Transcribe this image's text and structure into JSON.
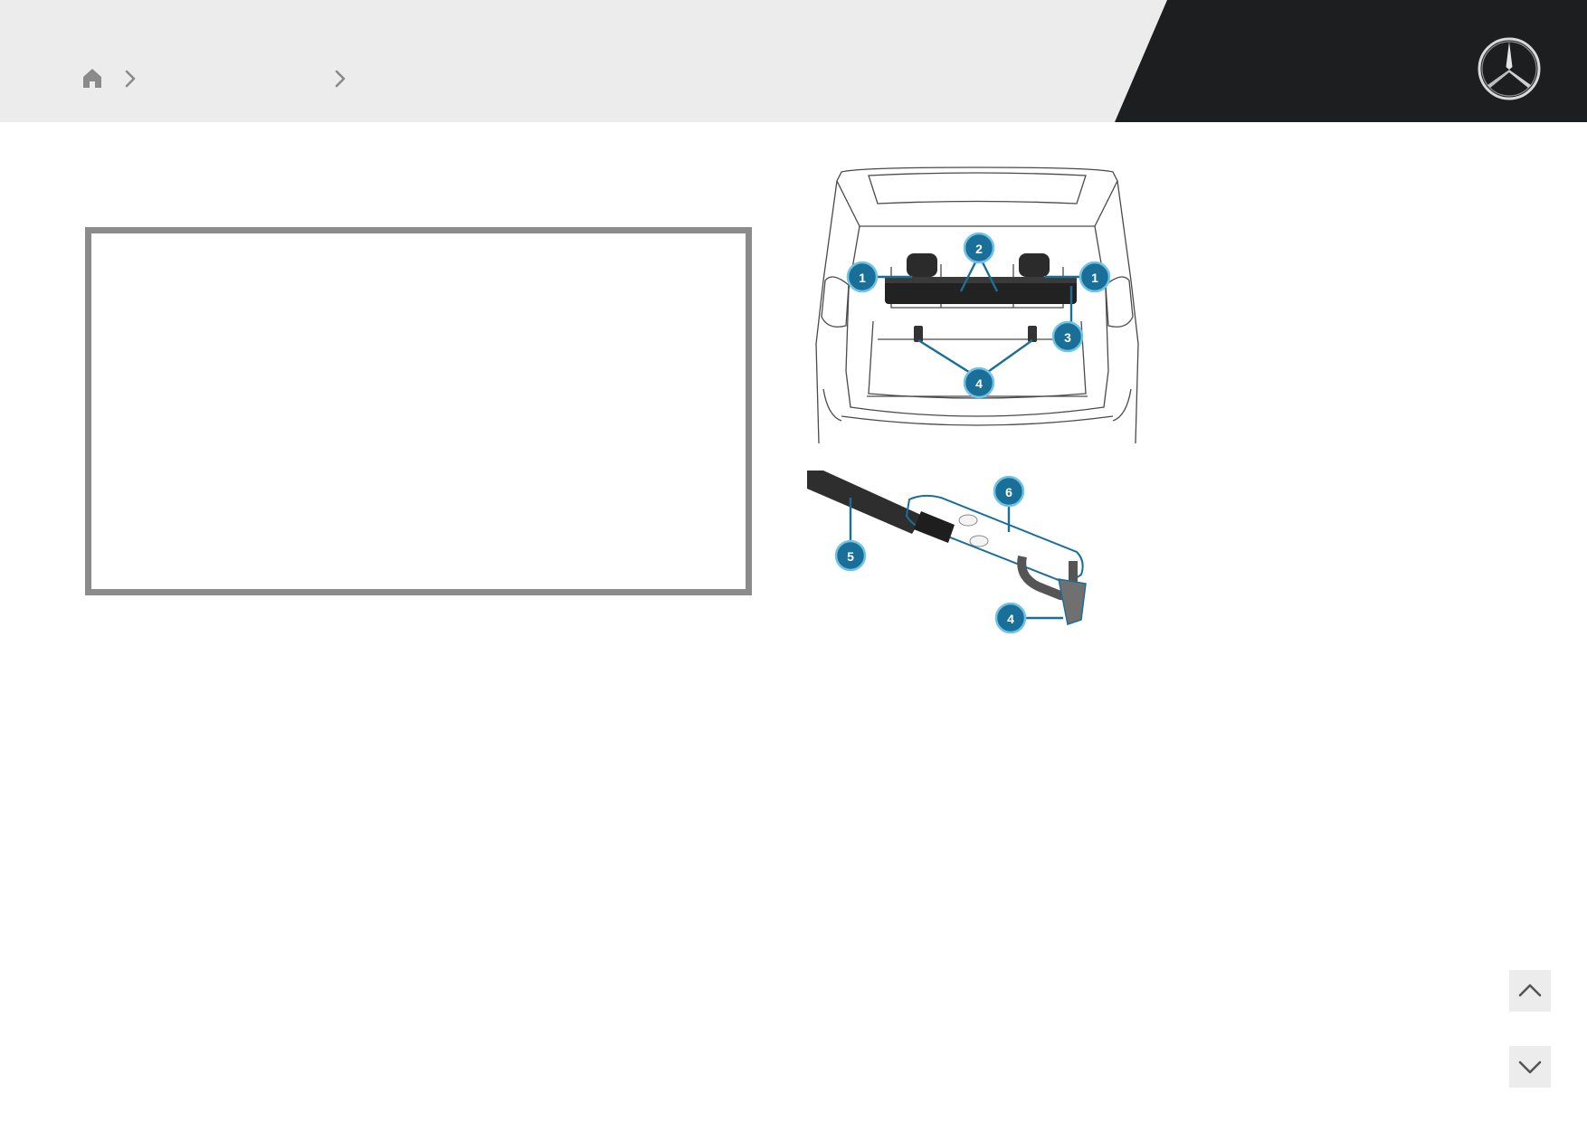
{
  "header": {
    "breadcrumb": [
      {
        "label": ""
      },
      {
        "label": ""
      }
    ]
  },
  "figures": {
    "top_callouts": [
      "1",
      "2",
      "1",
      "3",
      "4"
    ],
    "bottom_callouts": [
      "6",
      "5",
      "4"
    ]
  },
  "colors": {
    "header_bg": "#ececec",
    "header_dark": "#1d1e20",
    "callout": "#1a6f99",
    "callout_ring": "#6fc3e6",
    "note_border": "#8b8b8b"
  },
  "icons": {
    "home": "home-icon",
    "separator": "chevron-right-icon",
    "logo": "mercedes-star-logo",
    "up": "chevron-up-icon",
    "down": "chevron-down-icon"
  }
}
